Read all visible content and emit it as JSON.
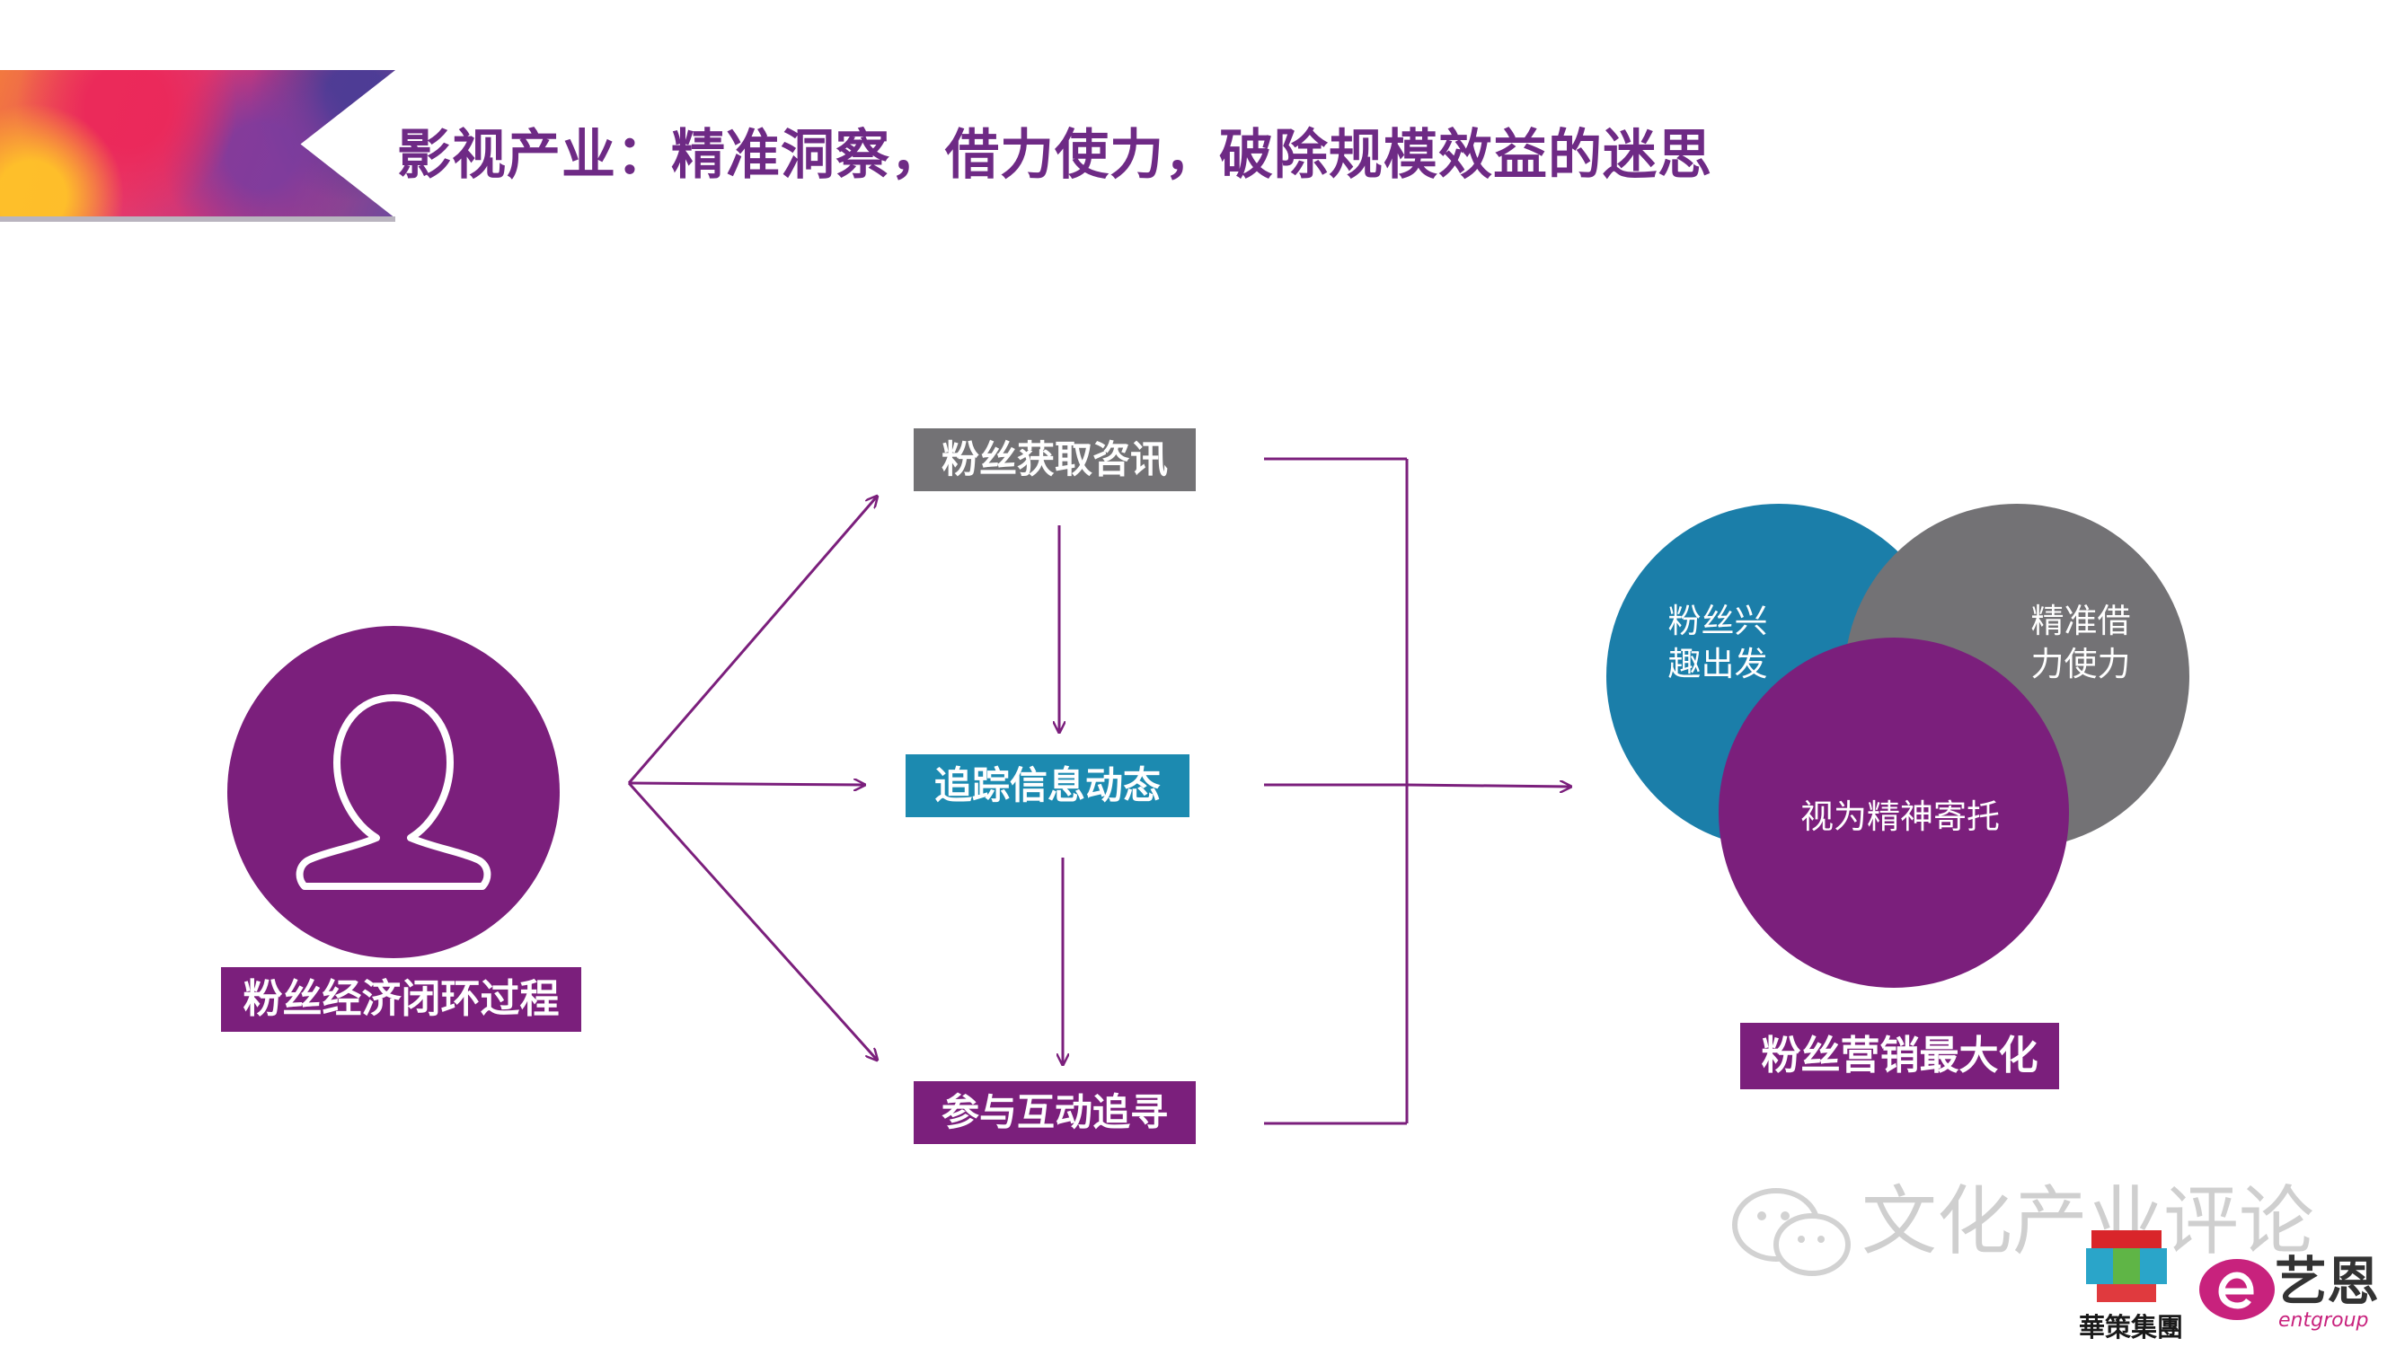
{
  "header": {
    "title": "影视产业：精准洞察，借力使力，破除规模效益的迷思"
  },
  "diagram": {
    "cycle_label": "粉丝经济闭环过程",
    "steps": [
      "粉丝获取咨讯",
      "追踪信息动态",
      "参与互动追寻"
    ],
    "venn": {
      "interest": "粉丝兴\n趣出发",
      "leverage": "精准借\n力使力",
      "spirit": "视为精神寄托"
    },
    "result_label": "粉丝营销最大化"
  },
  "colors": {
    "purple": "#7b1f7c",
    "blue": "#1c8ab0",
    "gray": "#737275",
    "title": "#6e2a85"
  },
  "watermark": {
    "text": "文化产业评论"
  },
  "logos": {
    "huace": "華策集團",
    "entgroup_cn": "艺恩",
    "entgroup_en": "entgroup"
  }
}
